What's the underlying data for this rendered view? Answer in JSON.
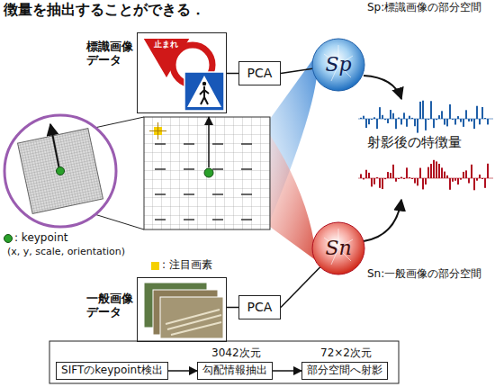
{
  "diagram": {
    "nodes": [
      {
        "text": [
          "標識画像 データ"
        ]
      },
      {
        "text": [
          "PCA"
        ]
      },
      {
        "text": [
          "Sp:標識画像の部分空間",
          "Sp"
        ]
      },
      {
        "text": [
          "一般画像 データ"
        ]
      },
      {
        "text": [
          "PCA"
        ]
      },
      {
        "text": [
          "Sn",
          "Sn:一般画像の部分空間"
        ]
      },
      {
        "text": [
          "SIFTのkeypoint検出"
        ]
      },
      {
        "text": [
          "3042次元",
          "勾配情報抽出"
        ]
      },
      {
        "text": [
          "72×2次元",
          "部分空間へ射影"
        ]
      }
    ],
    "edges": [
      {
        "from": 0,
        "to": 1,
        "arrow": "none"
      },
      {
        "from": 1,
        "to": 2,
        "arrow": "none"
      },
      {
        "from": 3,
        "to": 4,
        "arrow": "none"
      },
      {
        "from": 4,
        "to": 5,
        "arrow": "none"
      },
      {
        "from": 6,
        "to": 7,
        "arrow": "to"
      },
      {
        "from": 7,
        "to": 8,
        "arrow": "to"
      }
    ],
    "labels": [
      "徴量を抽出することができる．",
      "止まれ",
      "射影後の特徴量",
      ": keypoint",
      "(x, y, scale, orientation)",
      ": 注目画素"
    ]
  }
}
